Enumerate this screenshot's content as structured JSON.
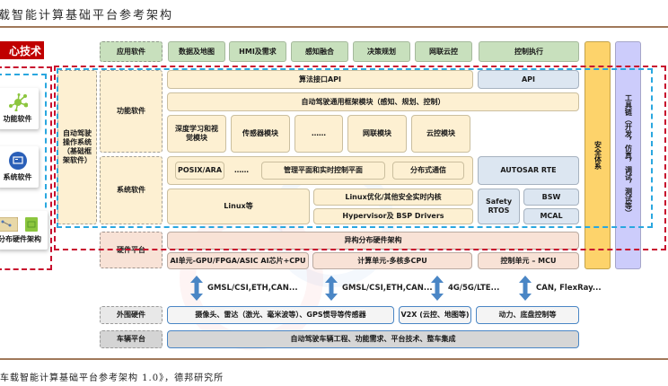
{
  "header": {
    "title": "载智能计算基础平台参考架构"
  },
  "core_tag": "心技术",
  "left_panel": {
    "cards": [
      {
        "label": "功能软件",
        "icon": "network-nodes-icon"
      },
      {
        "label": "系统软件",
        "icon": "monitor-circle-icon"
      },
      {
        "label": "分布硬件架构",
        "icon": "circuit-board-icon"
      }
    ]
  },
  "diagram": {
    "os_label": "自动驾驶操作系统（基础框架软件）",
    "layers": {
      "app_software": "应用软件",
      "func_software": "功能软件",
      "sys_software": "系统软件",
      "hw_platform": "硬件平台",
      "peripheral_hw": "外围硬件",
      "vehicle_platform": "车辆平台"
    },
    "app_modules": [
      "数据及地图",
      "HMI及需求",
      "感知融合",
      "决策规划",
      "网联云控",
      "控制执行"
    ],
    "algo_api": "算法接口API",
    "api": "API",
    "framework": "自动驾驶通用框架模块（感知、规划、控制）",
    "func_modules": [
      "深度学习和视觉模块",
      "传感器模块",
      "……",
      "网联模块",
      "云控模块"
    ],
    "sys_row1": [
      "POSIX/ARA",
      "……",
      "管理平面和实时控制平面",
      "分布式通信"
    ],
    "autosar_rte": "AUTOSAR RTE",
    "linux": "Linux等",
    "linux_opt": "Linux优化/其他安全实时内核",
    "hypervisor": "Hypervisor及 BSP Drivers",
    "safety_rtos": "Safety RTOS",
    "bsw": "BSW",
    "mcal": "MCAL",
    "hetero_hw": "异构分布硬件架构",
    "hw_units": [
      "AI单元-GPU/FPGA/ASIC AI芯片+CPU",
      "计算单元-多核多CPU",
      "控制单元 – MCU"
    ],
    "interfaces": [
      "GMSL/CSI,ETH,CAN...",
      "GMSL/CSI,ETH,CAN...",
      "4G/5G/LTE...",
      "CAN, FlexRay..."
    ],
    "peripherals": [
      "摄像头、雷达（激光、毫米波等）、GPS惯导等传感器",
      "V2X (云控、地图等)",
      "动力、底盘控制等"
    ],
    "vehicle": "自动驾驶车辆工程、功能需求、平台技术、整车集成",
    "safety_system": "安全体系",
    "toolchain": "工具链（开发，仿真，调试，测试等）"
  },
  "colors": {
    "red_accent": "#c00000",
    "blue_dash": "#2aa7df",
    "arrow_blue": "#4a86c5",
    "safety_yellow": "#fdd36b",
    "toolchain_violet": "#ccccfb"
  },
  "footer": {
    "source": "车载智能计算基础平台参考架构 1.0》，德邦研究所"
  }
}
